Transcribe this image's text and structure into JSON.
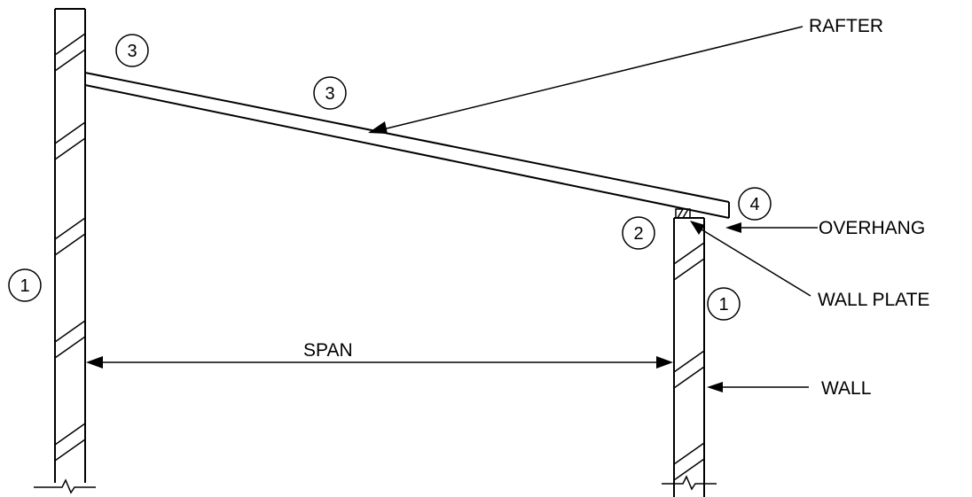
{
  "labels": {
    "rafter": "RAFTER",
    "overhang": "OVERHANG",
    "wall_plate": "WALL PLATE",
    "wall": "WALL",
    "span": "SPAN"
  },
  "markers": {
    "left_wall": "1",
    "right_wall": "1",
    "wall_plate": "2",
    "rafter_top_end": "3",
    "rafter_mid": "3",
    "overhang": "4"
  }
}
